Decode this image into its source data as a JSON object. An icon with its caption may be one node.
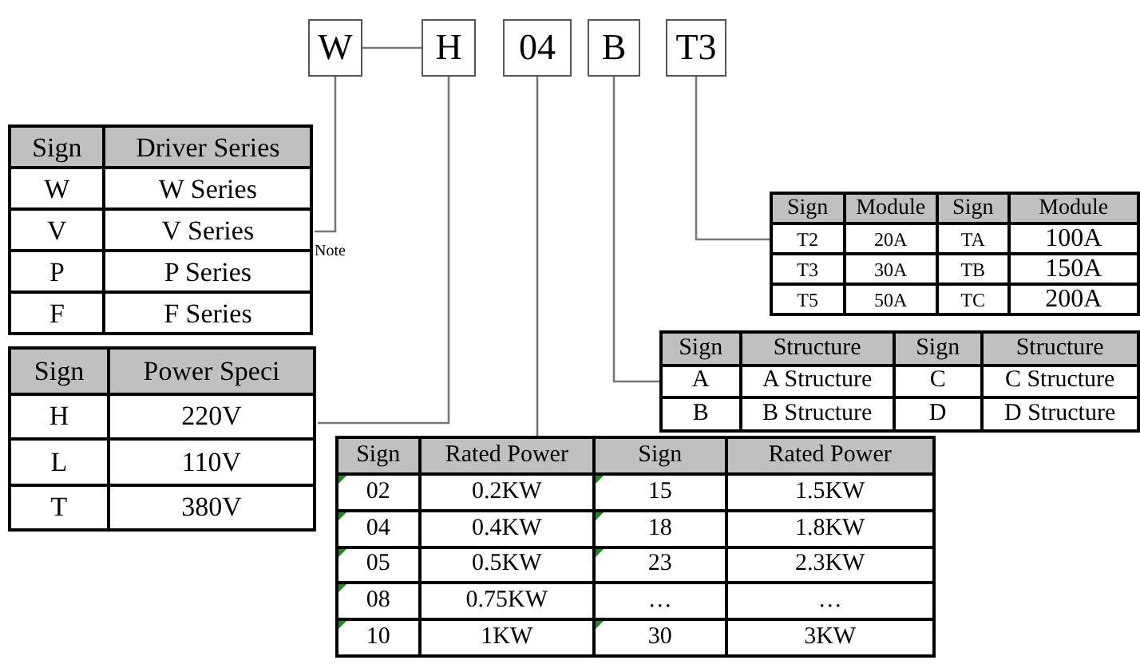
{
  "diagram": {
    "nodes": [
      {
        "text": [
          "W"
        ]
      },
      {
        "text": [
          "H"
        ]
      },
      {
        "text": [
          "04"
        ]
      },
      {
        "text": [
          "B"
        ]
      },
      {
        "text": [
          "T3"
        ]
      },
      {
        "text": [
          "Sign",
          "Driver Series",
          "W",
          "W Series",
          "V",
          "V Series",
          "P",
          "P Series",
          "F",
          "F Series"
        ]
      },
      {
        "text": [
          "Sign",
          "Module",
          "Sign",
          "Module",
          "T2",
          "20A",
          "TA",
          "100A",
          "T3",
          "30A",
          "TB",
          "150A",
          "T5",
          "50A",
          "TC",
          "200A"
        ]
      },
      {
        "text": [
          "Sign",
          "Structure",
          "Sign",
          "Structure",
          "A",
          "A Structure",
          "C",
          "C Structure",
          "B",
          "B Structure",
          "D",
          "D Structure"
        ]
      },
      {
        "text": [
          "Sign",
          "Power Speci",
          "H",
          "220V",
          "L",
          "110V",
          "T",
          "380V"
        ]
      },
      {
        "text": [
          "Sign",
          "Rated Power",
          "Sign",
          "Rated Power",
          "02",
          "0.2KW",
          "15",
          "1.5KW",
          "04",
          "0.4KW",
          "18",
          "1.8KW",
          "05",
          "0.5KW",
          "23",
          "2.3KW",
          "08",
          "0.75KW",
          "…",
          "…",
          "10",
          "1KW",
          "30",
          "3KW"
        ]
      }
    ],
    "edges": [
      {
        "from": 0,
        "to": 1,
        "arrow": "none"
      },
      {
        "from": 0,
        "to": 5,
        "arrow": "none"
      },
      {
        "from": 1,
        "to": 8,
        "arrow": "none"
      },
      {
        "from": 2,
        "to": 9,
        "arrow": "none"
      },
      {
        "from": 3,
        "to": 7,
        "arrow": "none"
      },
      {
        "from": 4,
        "to": 6,
        "arrow": "none"
      }
    ],
    "labels": [
      "Note"
    ]
  }
}
